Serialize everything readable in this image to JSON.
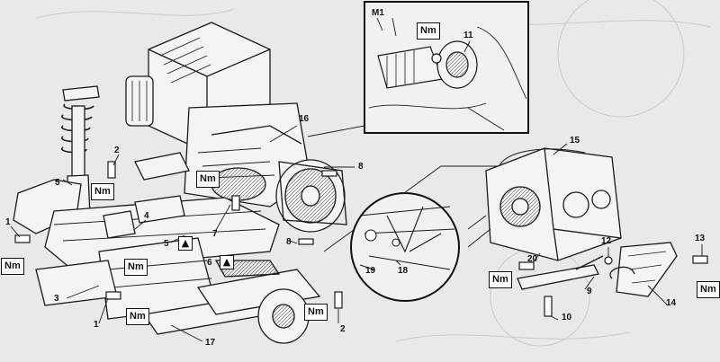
{
  "callouts": {
    "c1a": "1",
    "c1b": "1",
    "c2a": "2",
    "c2b": "2",
    "c3": "3",
    "c4": "4",
    "c5a": "5",
    "c5b": "5",
    "c6": "6",
    "c7": "7",
    "c8a": "8",
    "c8b": "8",
    "c9": "9",
    "c10": "10",
    "c11": "11",
    "c12": "12",
    "c13": "13",
    "c14": "14",
    "c15": "15",
    "c16": "16",
    "c17": "17",
    "c18": "18",
    "c19": "19",
    "c20": "20",
    "m1": "M1"
  },
  "torque_label": "Nm",
  "icons": [
    "lubricant-symbol-icon",
    "sealant-symbol-icon"
  ]
}
